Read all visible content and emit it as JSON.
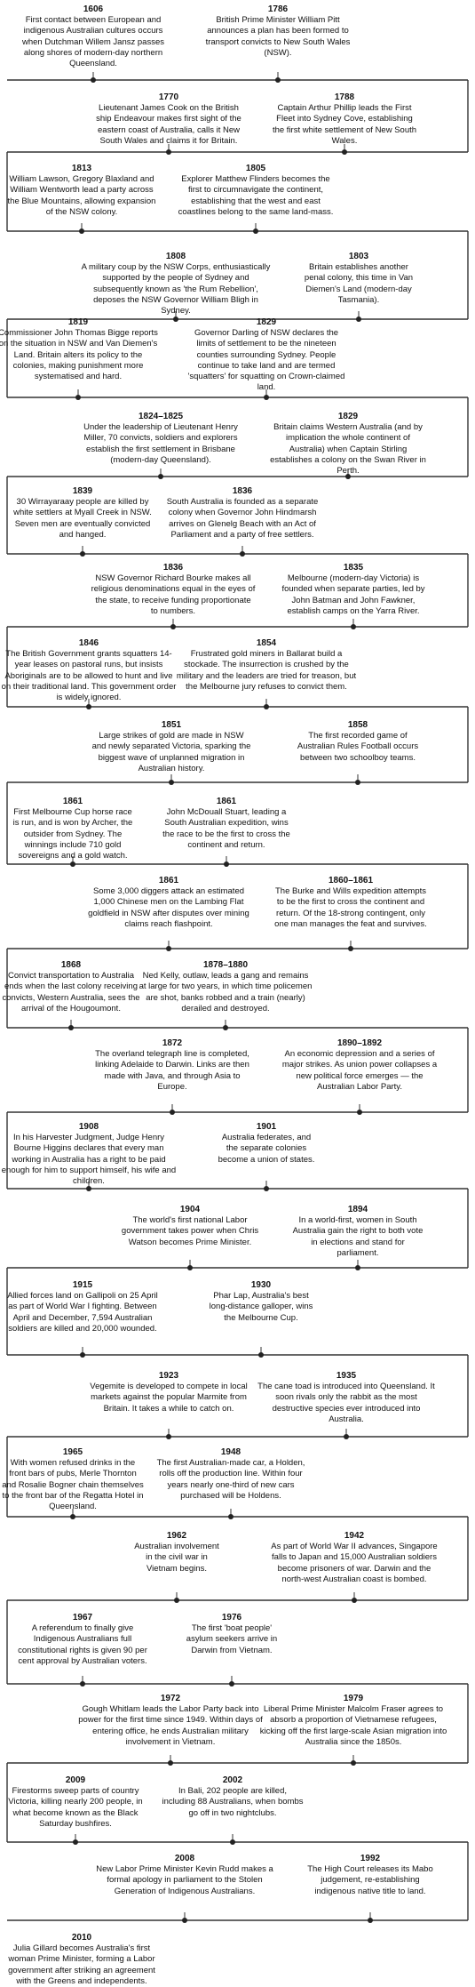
{
  "events": [
    {
      "year": "1606",
      "text": "First contact between European and indigenous Australian cultures occurs when Dutchman Willem Jansz passes along shores of modern-day northern Queensland."
    },
    {
      "year": "1786",
      "text": "British Prime Minister William Pitt announces a plan has been formed to transport convicts to New South Wales (NSW)."
    },
    {
      "year": "1770",
      "text": "Lieutenant James Cook on the British ship Endeavour makes first sight of the eastern coast of Australia, calls it New South Wales and claims it for Britain."
    },
    {
      "year": "1788",
      "text": "Captain Arthur Phillip leads the First Fleet into Sydney Cove, establishing the first white settlement of New South Wales."
    },
    {
      "year": "1813",
      "text": "William Lawson, Gregory Blaxland and William Wentworth lead a party across the Blue Mountains, allowing expansion of the NSW colony."
    },
    {
      "year": "1805",
      "text": "Explorer Matthew Flinders becomes the first to circumnavigate the continent, establishing that the west and east coastlines belong to the same land-mass."
    },
    {
      "year": "1808",
      "text": "A military coup by the NSW Corps, enthusiastically supported by the people of Sydney and subsequently known as 'the Rum Rebellion', deposes the NSW Governor William Bligh in Sydney."
    },
    {
      "year": "1803",
      "text": "Britain establishes another penal colony, this time in Van Diemen's Land (modern-day Tasmania)."
    },
    {
      "year": "1819",
      "text": "Commissioner John Thomas Bigge reports on the situation in NSW and Van Diemen's Land. Britain alters its policy to the colonies, making punishment more systematised and hard."
    },
    {
      "year": "1829",
      "text": "Governor Darling of NSW declares the limits of settlement to be the nineteen counties surrounding Sydney. People continue to take land and are termed 'squatters' for squatting on Crown-claimed land."
    },
    {
      "year": "1824–1825",
      "text": "Under the leadership of Lieutenant Henry Miller, 70 convicts, soldiers and explorers establish the first settlement in Brisbane (modern-day Queensland)."
    },
    {
      "year": "1829",
      "text": "Britain claims Western Australia (and by implication the whole continent of Australia) when Captain Stirling establishes a colony on the Swan River in Perth."
    },
    {
      "year": "1839",
      "text": "30 Wirrayaraay people are killed by white settlers at Myall Creek in NSW. Seven men are eventually convicted and hanged."
    },
    {
      "year": "1836",
      "text": "South Australia is founded as a separate colony when Governor John Hindmarsh arrives on Glenelg Beach with an Act of Parliament and a party of free settlers."
    },
    {
      "year": "1836",
      "text": "NSW Governor Richard Bourke makes all religious denominations equal in the eyes of the state, to receive funding proportionate to numbers."
    },
    {
      "year": "1835",
      "text": "Melbourne (modern-day Victoria) is founded when separate parties, led by John Batman and John Fawkner, establish camps on the Yarra River."
    },
    {
      "year": "1846",
      "text": "The British Government grants squatters 14-year leases on pastoral runs, but insists Aboriginals are to be allowed to hunt and live on their traditional land. This government order is widely ignored."
    },
    {
      "year": "1854",
      "text": "Frustrated gold miners in Ballarat build a stockade. The insurrection is crushed by the military and the leaders are tried for treason, but the Melbourne jury refuses to convict them."
    },
    {
      "year": "1851",
      "text": "Large strikes of gold are made in NSW and newly separated Victoria, sparking the biggest wave of unplanned migration in Australian history."
    },
    {
      "year": "1858",
      "text": "The first recorded game of Australian Rules Football occurs between two schoolboy teams."
    },
    {
      "year": "1861",
      "text": "First Melbourne Cup horse race is run, and is won by Archer, the outsider from Sydney. The winnings include 710 gold sovereigns and a gold watch."
    },
    {
      "year": "1861",
      "text": "John McDouall Stuart, leading a South Australian expedition, wins the race to be the first to cross the continent and return."
    },
    {
      "year": "1861",
      "text": "Some 3,000 diggers attack an estimated 1,000 Chinese men on the Lambing Flat goldfield in NSW after disputes over mining claims reach flashpoint."
    },
    {
      "year": "1860–1861",
      "text": "The Burke and Wills expedition attempts to be the first to cross the continent and return. Of the 18-strong contingent, only one man manages the feat and survives."
    },
    {
      "year": "1868",
      "text": "Convict transportation to Australia ends when the last colony receiving convicts, Western Australia, sees the arrival of the Hougoumont."
    },
    {
      "year": "1878–1880",
      "text": "Ned Kelly, outlaw, leads a gang and remains at large for two years, in which time policemen are shot, banks robbed and a train (nearly) derailed and destroyed."
    },
    {
      "year": "1872",
      "text": "The overland telegraph line is completed, linking Adelaide to Darwin. Links are then made with Java, and through Asia to Europe."
    },
    {
      "year": "1890–1892",
      "text": "An economic depression and a series of major strikes. As union power collapses a new political force emerges — the Australian Labor Party."
    },
    {
      "year": "1908",
      "text": "In his Harvester Judgment, Judge Henry Bourne Higgins declares that every man working in Australia has a right to be paid enough for him to support himself, his wife and children."
    },
    {
      "year": "1901",
      "text": "Australia federates, and the separate colonies become a union of states."
    },
    {
      "year": "1904",
      "text": "The world's first national Labor government takes power when Chris Watson becomes Prime Minister."
    },
    {
      "year": "1894",
      "text": "In a world-first, women in South Australia gain the right to both vote in elections and stand for parliament."
    },
    {
      "year": "1915",
      "text": "Allied forces land on Gallipoli on 25 April as part of World War I fighting. Between April and December, 7,594 Australian soldiers are killed and 20,000 wounded."
    },
    {
      "year": "1930",
      "text": "Phar Lap, Australia's best long-distance galloper, wins the Melbourne Cup."
    },
    {
      "year": "1923",
      "text": "Vegemite is developed to compete in local markets against the popular Marmite from Britain. It takes a while to catch on."
    },
    {
      "year": "1935",
      "text": "The cane toad is introduced into Queensland. It soon rivals only the rabbit as the most destructive species ever introduced into Australia."
    },
    {
      "year": "1965",
      "text": "With women refused drinks in the front bars of pubs, Merle Thornton and Rosalie Bogner chain themselves to the front bar of the Regatta Hotel in Queensland."
    },
    {
      "year": "1948",
      "text": "The first Australian-made car, a Holden, rolls off the production line. Within four years nearly one-third of new cars purchased will be Holdens."
    },
    {
      "year": "1962",
      "text": "Australian involvement in the civil war in Vietnam begins."
    },
    {
      "year": "1942",
      "text": "As part of World War II advances, Singapore falls to Japan and 15,000 Australian soldiers become prisoners of war. Darwin and the north-west Australian coast is bombed."
    },
    {
      "year": "1967",
      "text": "A referendum to finally give Indigenous Australians full constitutional rights is given 90 per cent approval by Australian voters."
    },
    {
      "year": "1976",
      "text": "The first 'boat people' asylum seekers arrive in Darwin from Vietnam."
    },
    {
      "year": "1972",
      "text": "Gough Whitlam leads the Labor Party back into power for the first time since 1949. Within days of entering office, he ends Australian military involvement in Vietnam."
    },
    {
      "year": "1979",
      "text": "Liberal Prime Minister Malcolm Fraser agrees to absorb a proportion of Vietnamese refugees, kicking off the first large-scale Asian migration into Australia since the 1850s."
    },
    {
      "year": "2009",
      "text": "Firestorms sweep parts of country Victoria, killing nearly 200 people, in what become known as the Black Saturday bushfires."
    },
    {
      "year": "2002",
      "text": "In Bali, 202 people are killed, including 88 Australians, when bombs go off in two nightclubs."
    },
    {
      "year": "2008",
      "text": "New Labor Prime Minister Kevin Rudd makes a formal apology in parliament to the Stolen Generation of Indigenous Australians."
    },
    {
      "year": "1992",
      "text": "The High Court releases its Mabo judgement, re-establishing indigenous native title to land."
    },
    {
      "year": "2010",
      "text": "Julia Gillard becomes Australia's first woman Prime Minister, forming a Labor government after striking an agreement with the Greens and independents."
    }
  ]
}
